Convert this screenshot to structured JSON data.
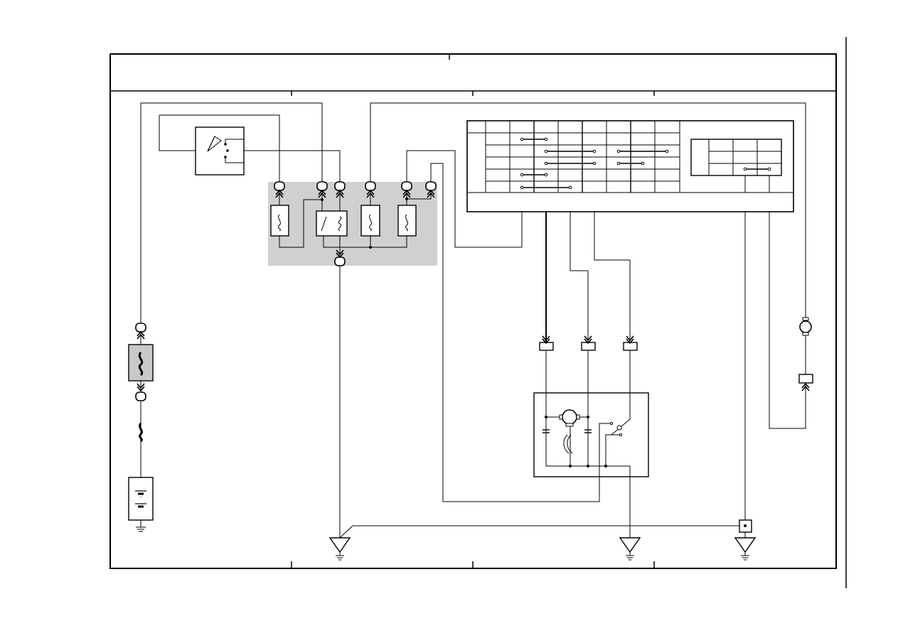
{
  "diagram": {
    "title": "",
    "colors": {
      "line": "#000000",
      "relay_box_fill": "#d0d0d0",
      "fuse_fill": "#c8c8c8",
      "background": "#ffffff"
    },
    "components": {
      "ignition_switch": "switch",
      "relay_box": "junction-block",
      "main_fuse": "fuse-link",
      "battery": "battery",
      "combination_switch": "switch-table",
      "wiper_motor": "motor",
      "washer_motor": "motor",
      "grounds": "ground"
    }
  }
}
